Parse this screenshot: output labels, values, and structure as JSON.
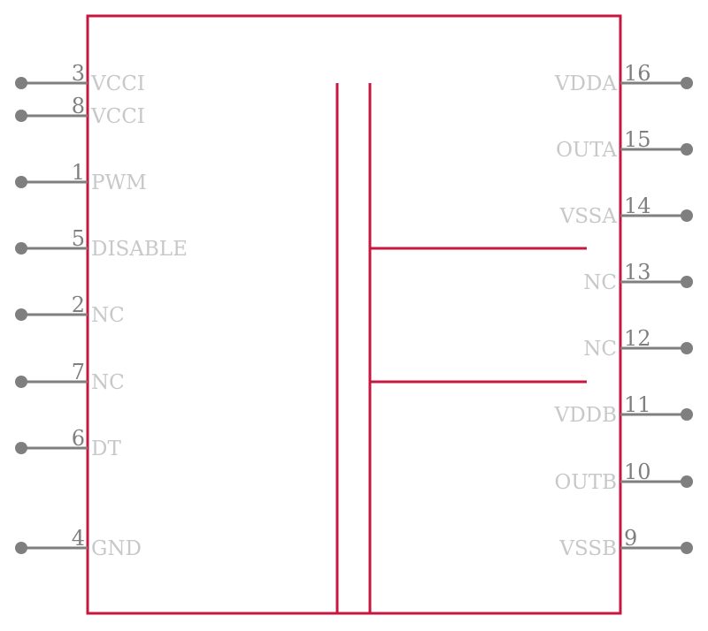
{
  "colors": {
    "body_outline": "#c8173f",
    "pin_line": "#7f7f7f",
    "pin_number": "#7f7f7f",
    "pin_name": "#c8c8c8",
    "background": "#ffffff"
  },
  "left_pins": [
    {
      "number": "3",
      "name": "VCCI"
    },
    {
      "number": "8",
      "name": "VCCI"
    },
    {
      "number": "1",
      "name": "PWM"
    },
    {
      "number": "5",
      "name": "DISABLE"
    },
    {
      "number": "2",
      "name": "NC"
    },
    {
      "number": "7",
      "name": "NC"
    },
    {
      "number": "6",
      "name": "DT"
    },
    {
      "number": "4",
      "name": "GND"
    }
  ],
  "right_pins": [
    {
      "number": "16",
      "name": "VDDA"
    },
    {
      "number": "15",
      "name": "OUTA"
    },
    {
      "number": "14",
      "name": "VSSA"
    },
    {
      "number": "13",
      "name": "NC"
    },
    {
      "number": "12",
      "name": "NC"
    },
    {
      "number": "11",
      "name": "VDDB"
    },
    {
      "number": "10",
      "name": "OUTB"
    },
    {
      "number": "9",
      "name": "VSSB"
    }
  ]
}
